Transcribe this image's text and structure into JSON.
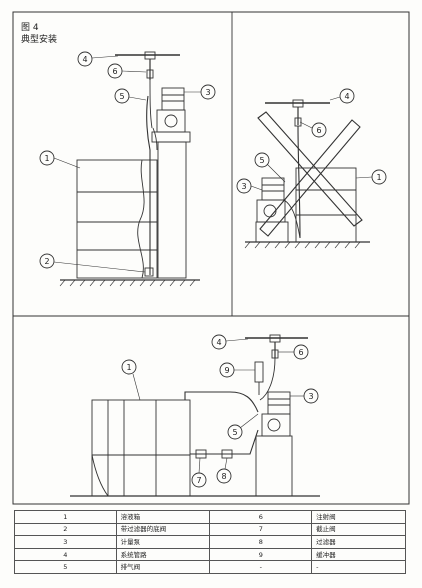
{
  "figure": {
    "number_label": "图 4",
    "title": "典型安装"
  },
  "callouts": {
    "top_left": [
      "4",
      "6",
      "5",
      "3",
      "1",
      "2"
    ],
    "top_right": [
      "4",
      "6",
      "5",
      "3",
      "1"
    ],
    "bottom": [
      "4",
      "9",
      "6",
      "1",
      "3",
      "5",
      "7",
      "8"
    ]
  },
  "legend": [
    {
      "num": "1",
      "text": "溶液箱",
      "num2": "6",
      "text2": "注射阀"
    },
    {
      "num": "2",
      "text": "带过滤器的底阀",
      "num2": "7",
      "text2": "截止阀"
    },
    {
      "num": "3",
      "text": "计量泵",
      "num2": "8",
      "text2": "过滤器"
    },
    {
      "num": "4",
      "text": "系统管路",
      "num2": "9",
      "text2": "缓冲器"
    },
    {
      "num": "5",
      "text": "排气阀",
      "num2": "-",
      "text2": "-"
    }
  ]
}
